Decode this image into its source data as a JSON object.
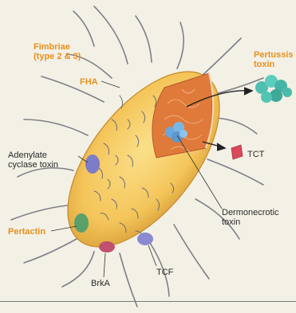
{
  "labels": {
    "fimbriae": {
      "line1": "Fimbriae",
      "line2": "(type 2 & 3)"
    },
    "fha": "FHA",
    "pertussis": {
      "line1": "Pertussis",
      "line2": "toxin"
    },
    "adenylate": {
      "line1": "Adenylate",
      "line2": "cyclase toxin"
    },
    "tct": "TCT",
    "pertactin": "Pertactin",
    "dermonecrotic": {
      "line1": "Dermonecrotic",
      "line2": "toxin"
    },
    "brka": "BrkA",
    "tcf": "TCF"
  },
  "colors": {
    "background": "#f3f0e6",
    "highlight_label": "#e8901c",
    "bacterium_body": "#f4c55a",
    "cutaway": "#e07a3a",
    "pertussis_toxin": "#4fc0b0",
    "dermonecrotic_toxin": "#6aa8dc",
    "tct": "#d84a5a",
    "adenylate_cyclase": "#7c7cc8",
    "pertactin": "#5aa06a",
    "brka": "#c05070",
    "tcf": "#8a8ad0",
    "fimbriae": "#7f7f86"
  }
}
